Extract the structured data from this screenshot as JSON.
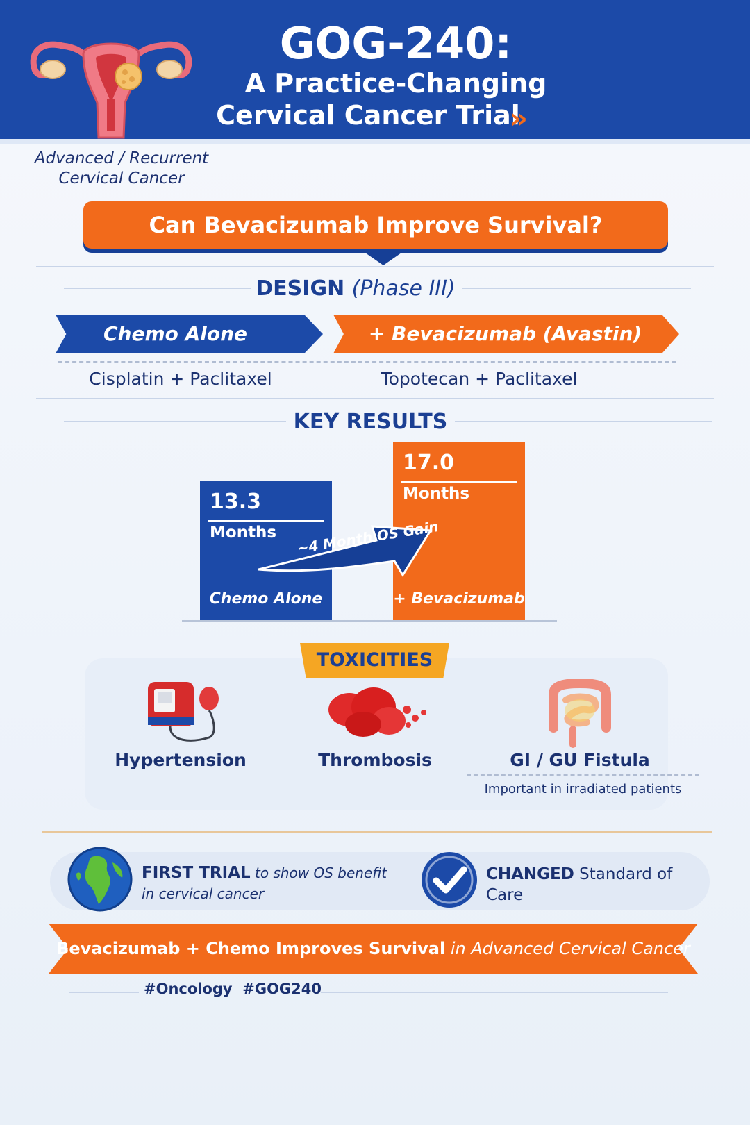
{
  "header": {
    "title": "GOG-240:",
    "subtitle_line1": "A Practice-Changing",
    "subtitle_line2": "Cervical Cancer Trial",
    "chevron": "»"
  },
  "population": {
    "line1": "Advanced / Recurrent",
    "line2": "Cervical Cancer"
  },
  "question": "Can Bevacizumab Improve Survival?",
  "design": {
    "heading": "DESIGN",
    "phase": "(Phase III)",
    "arm_control": "Chemo Alone",
    "arm_experimental": "+ Bevacizumab (Avastin)",
    "regimen_1": "Cisplatin + Paclitaxel",
    "regimen_2": "Topotecan + Paclitaxel"
  },
  "results": {
    "heading": "KEY RESULTS",
    "gain_label": "~4 Month OS Gain"
  },
  "chart_data": {
    "type": "bar",
    "categories": [
      "Chemo Alone",
      "+ Bevacizumab"
    ],
    "values": [
      13.3,
      17.0
    ],
    "value_labels": [
      "13.3",
      "17.0"
    ],
    "unit": "Months",
    "colors": [
      "#1c4aa8",
      "#f26a1b"
    ]
  },
  "toxicities": {
    "heading": "TOXICITIES",
    "items": [
      {
        "label": "Hypertension",
        "icon": "blood-pressure-monitor-icon"
      },
      {
        "label": "Thrombosis",
        "icon": "blood-clot-icon"
      },
      {
        "label": "GI / GU Fistula",
        "icon": "intestine-icon"
      }
    ],
    "fistula_note": "Important in irradiated patients"
  },
  "claims": {
    "first_bold": "FIRST TRIAL",
    "first_rest": "to show OS benefit",
    "first_line2": "in cervical cancer",
    "second_bold": "CHANGED",
    "second_rest": "Standard of Care"
  },
  "conclusion": {
    "bold": "Bevacizumab + Chemo Improves Survival",
    "rest": "in Advanced Cervical Cancer"
  },
  "hashtags": "#Oncology  #GOG240",
  "colors": {
    "blue": "#1c4aa8",
    "orange": "#f26a1b",
    "gold": "#f5a623",
    "navy_text": "#1b3170"
  }
}
